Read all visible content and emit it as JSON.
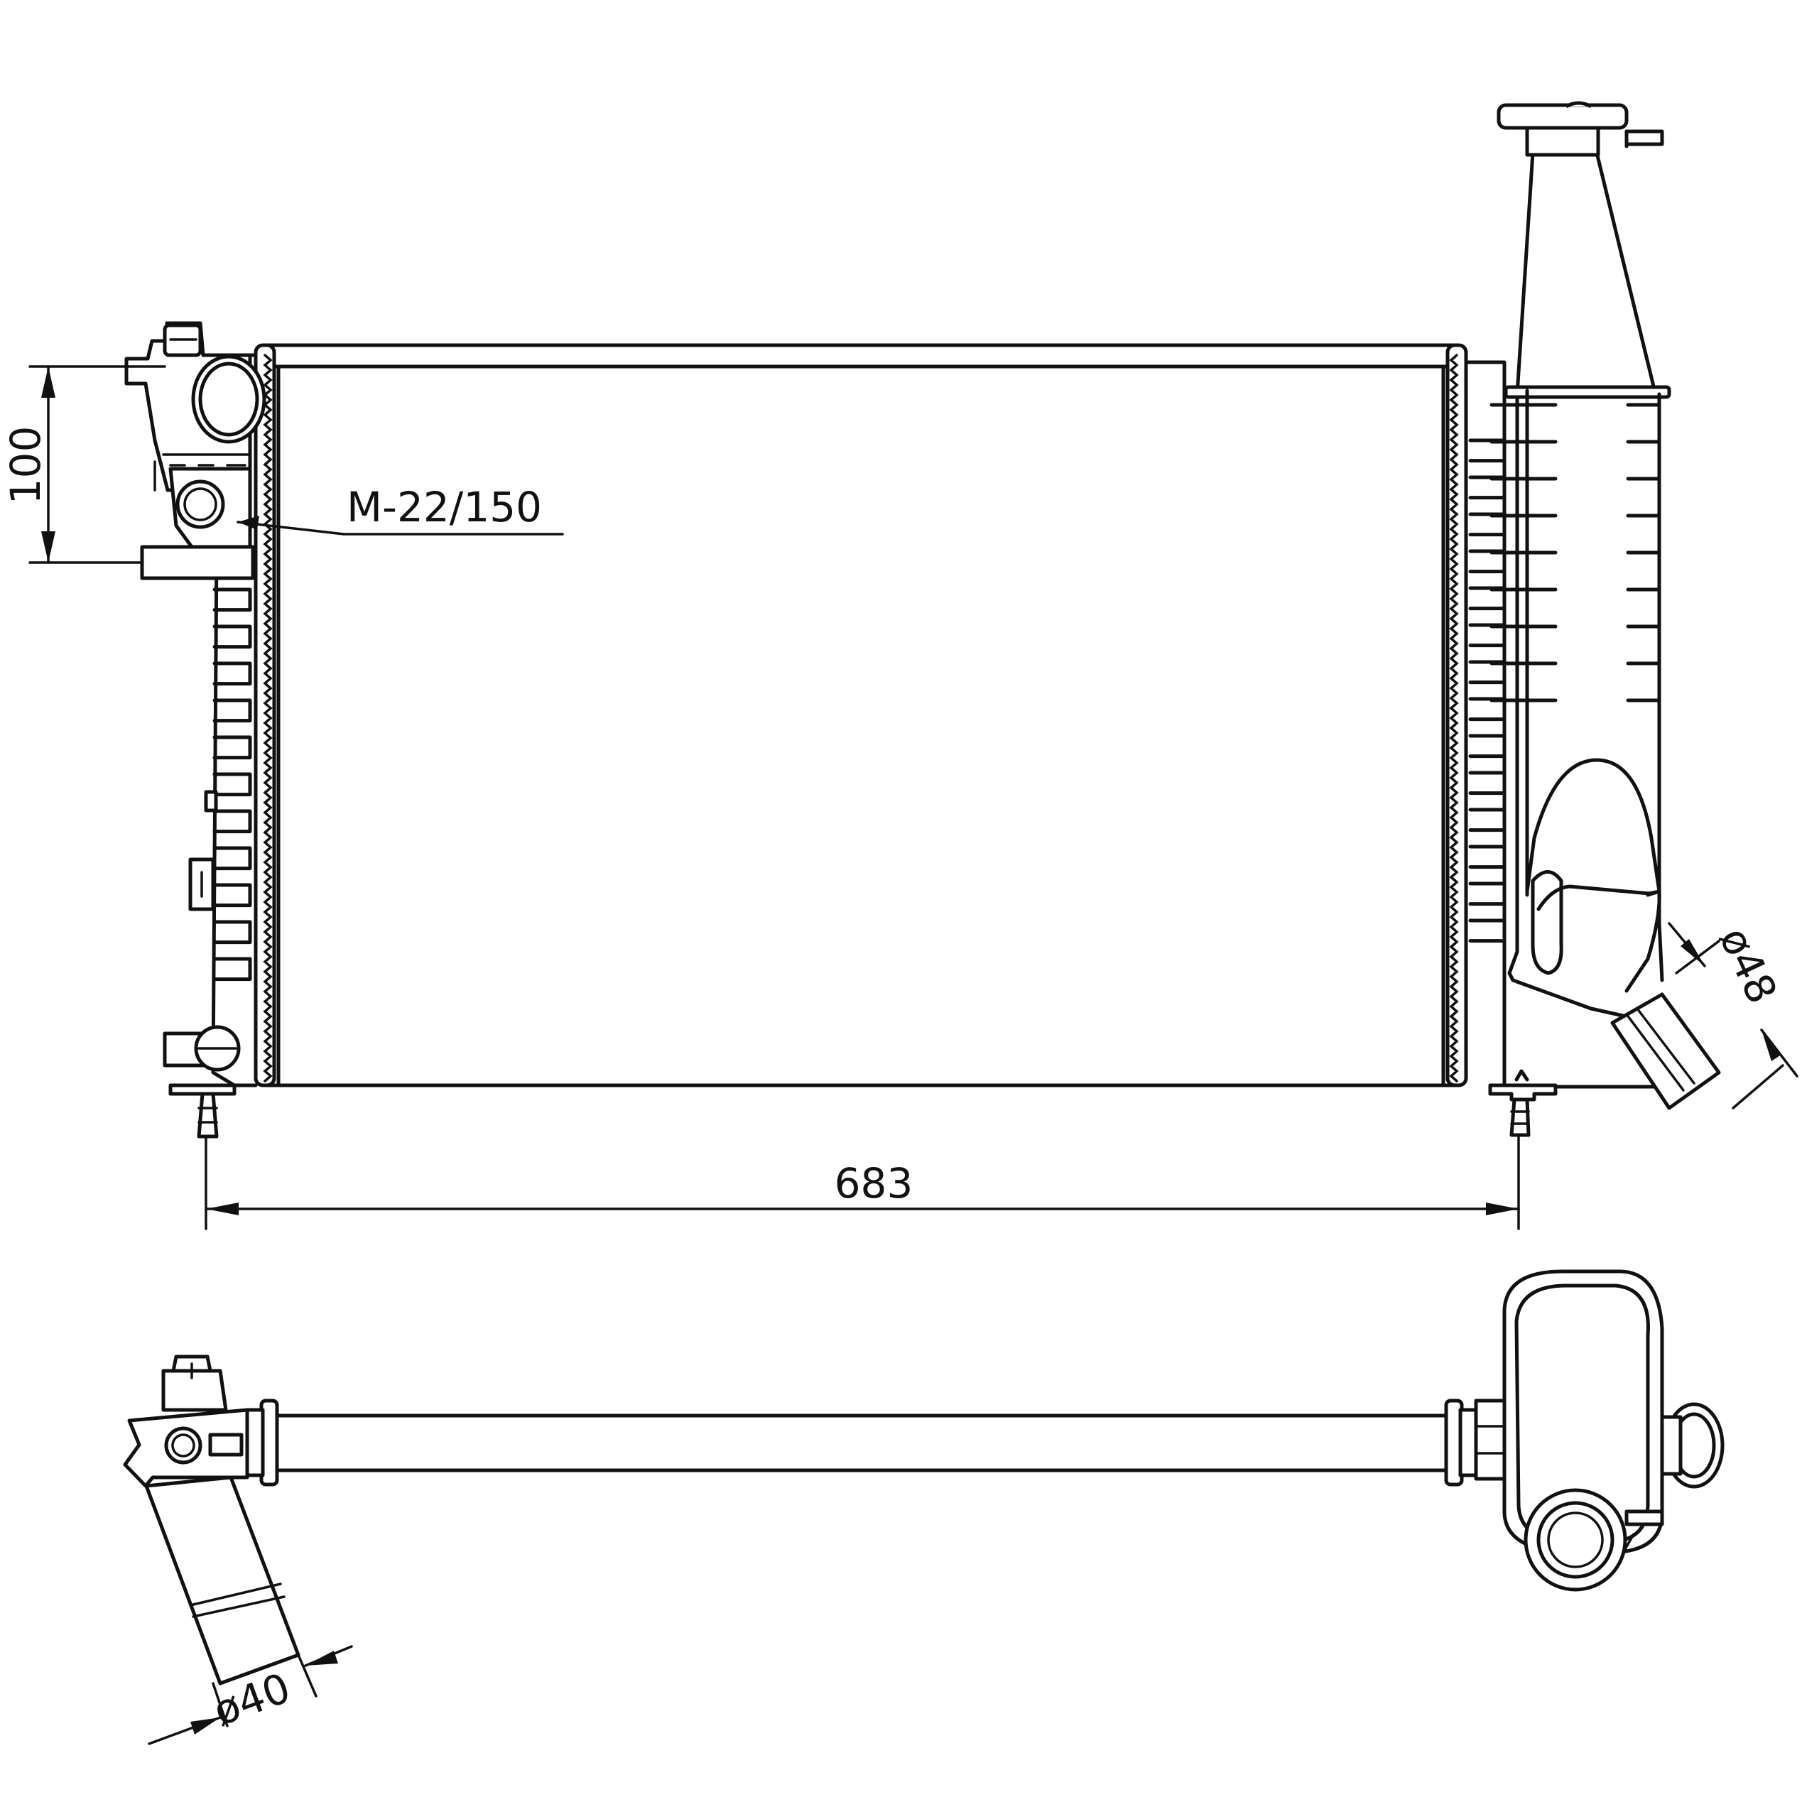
{
  "dimensions": {
    "width": "683",
    "height": "100",
    "outlet_diameter": "ø48",
    "inlet_diameter": "ø40"
  },
  "annotations": {
    "thread": "M-22/150"
  }
}
